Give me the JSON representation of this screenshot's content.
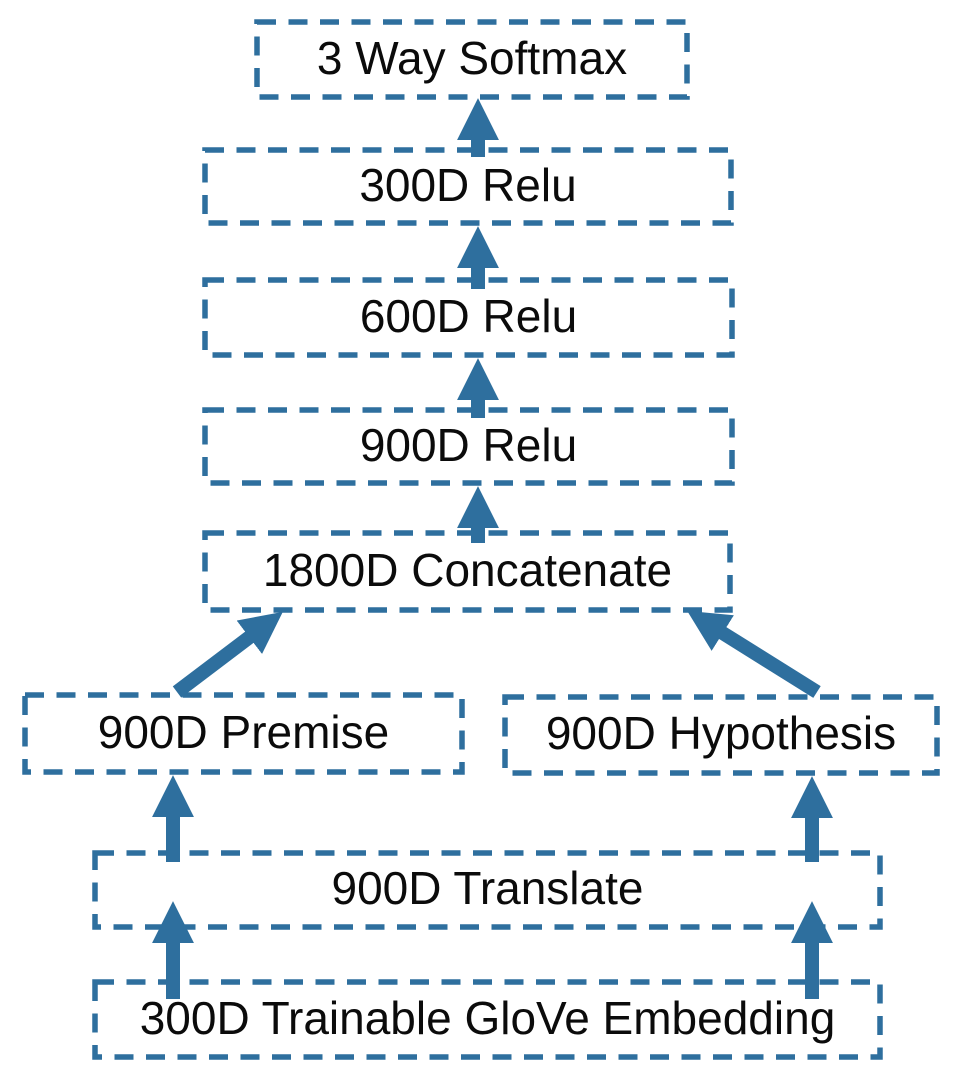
{
  "diagram": {
    "kind": "neural-network-architecture-flow",
    "colors": {
      "accent": "#2E6F9E",
      "text": "#0B0B0B",
      "background": "#FFFFFF"
    },
    "nodes": {
      "softmax": {
        "label": "3 Way Softmax"
      },
      "relu_300d": {
        "label": "300D Relu"
      },
      "relu_600d": {
        "label": "600D Relu"
      },
      "relu_900d": {
        "label": "900D Relu"
      },
      "concatenate": {
        "label": "1800D Concatenate"
      },
      "premise": {
        "label": "900D Premise"
      },
      "hypothesis": {
        "label": "900D Hypothesis"
      },
      "translate": {
        "label": "900D Translate"
      },
      "embedding": {
        "label": "300D Trainable GloVe Embedding"
      }
    },
    "edges": [
      {
        "from": "relu_300d",
        "to": "softmax"
      },
      {
        "from": "relu_600d",
        "to": "relu_300d"
      },
      {
        "from": "relu_900d",
        "to": "relu_600d"
      },
      {
        "from": "concatenate",
        "to": "relu_900d"
      },
      {
        "from": "premise",
        "to": "concatenate"
      },
      {
        "from": "hypothesis",
        "to": "concatenate"
      },
      {
        "from": "translate",
        "to": "premise"
      },
      {
        "from": "translate",
        "to": "hypothesis"
      },
      {
        "from": "embedding",
        "to": "translate",
        "side": "left"
      },
      {
        "from": "embedding",
        "to": "translate",
        "side": "right"
      }
    ]
  }
}
